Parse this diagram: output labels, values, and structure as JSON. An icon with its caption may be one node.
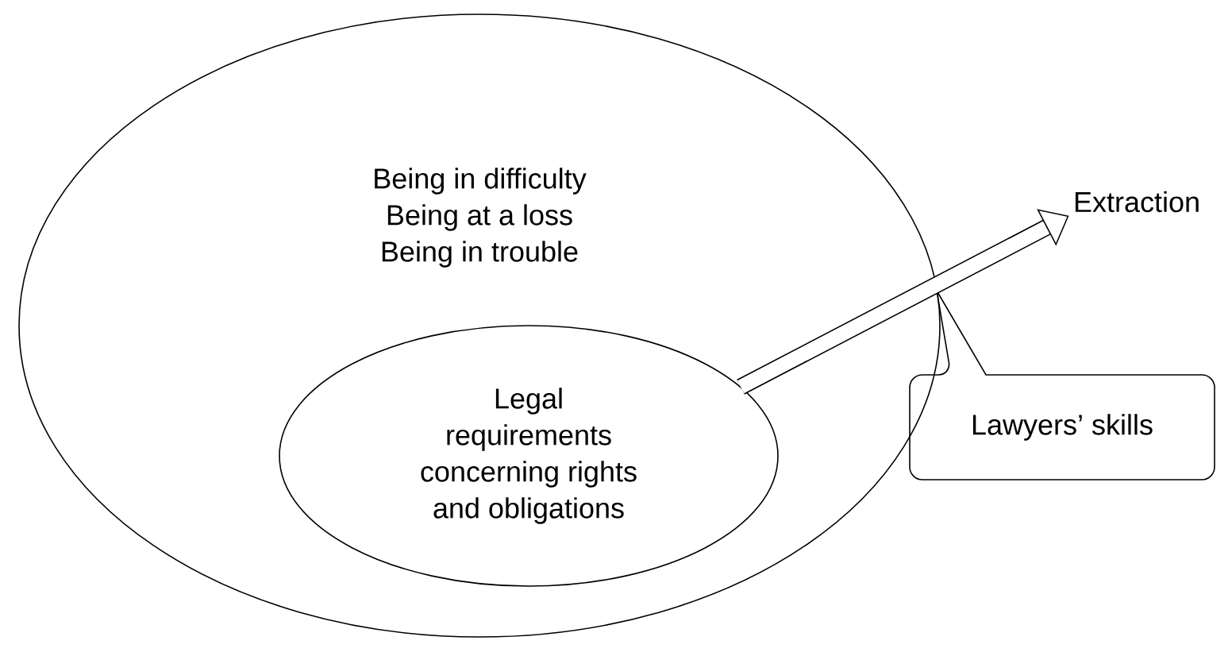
{
  "diagram": {
    "nodes": [
      {
        "text": [
          "Being in difficulty Being at a loss Being in trouble"
        ]
      },
      {
        "text": [
          "Legal requirements concerning rights and obligations"
        ],
        "in": 0
      },
      {
        "text": [
          "Extraction"
        ]
      },
      {
        "text": [
          "Lawyers’ skills"
        ]
      }
    ],
    "edges": [
      {
        "from": 1,
        "to": 2,
        "arrow": "to"
      }
    ]
  }
}
